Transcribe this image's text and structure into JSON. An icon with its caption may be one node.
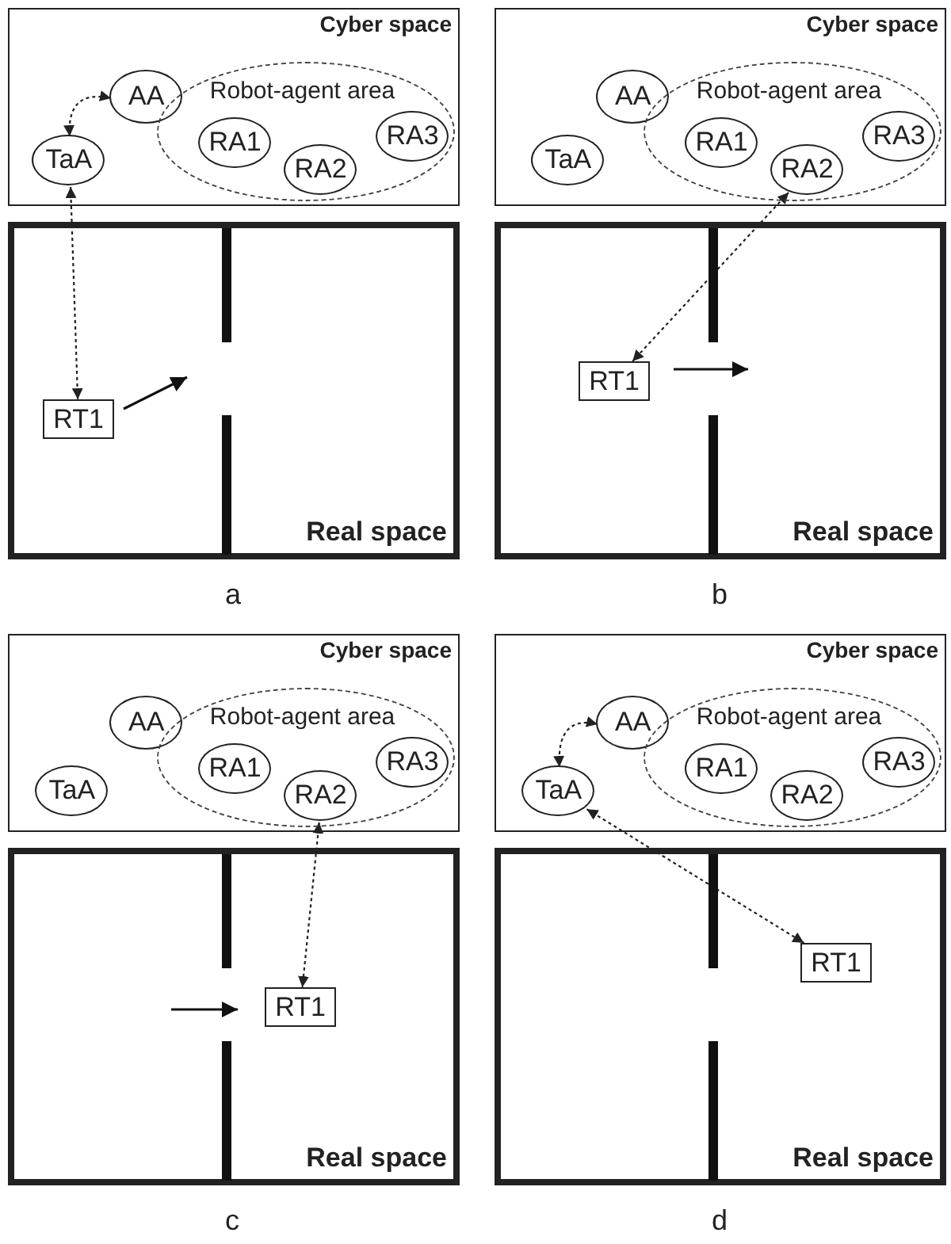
{
  "diagram": {
    "nodes": [
      {
        "text": [
          "Cyber space"
        ]
      },
      {
        "text": [
          "TaA"
        ],
        "in": 0
      },
      {
        "text": [
          "AA"
        ],
        "in": 0
      },
      {
        "text": [
          "Robot-agent area"
        ],
        "in": 0
      },
      {
        "text": [
          "RA1"
        ],
        "in": 3
      },
      {
        "text": [
          "RA2"
        ],
        "in": 3
      },
      {
        "text": [
          "RA3"
        ],
        "in": 3
      },
      {
        "text": [
          "Real space"
        ]
      },
      {
        "text": [
          "RT1"
        ],
        "in": 7
      },
      {
        "text": [
          "Cyber space"
        ]
      },
      {
        "text": [
          "TaA"
        ],
        "in": 9
      },
      {
        "text": [
          "AA"
        ],
        "in": 9
      },
      {
        "text": [
          "Robot-agent area"
        ],
        "in": 9
      },
      {
        "text": [
          "RA1"
        ],
        "in": 12
      },
      {
        "text": [
          "RA2"
        ],
        "in": 12
      },
      {
        "text": [
          "RA3"
        ],
        "in": 12
      },
      {
        "text": [
          "Real space"
        ]
      },
      {
        "text": [
          "RT1"
        ],
        "in": 16
      },
      {
        "text": [
          "Cyber space"
        ]
      },
      {
        "text": [
          "TaA"
        ],
        "in": 18
      },
      {
        "text": [
          "AA"
        ],
        "in": 18
      },
      {
        "text": [
          "Robot-agent area"
        ],
        "in": 18
      },
      {
        "text": [
          "RA1"
        ],
        "in": 21
      },
      {
        "text": [
          "RA2"
        ],
        "in": 21
      },
      {
        "text": [
          "RA3"
        ],
        "in": 21
      },
      {
        "text": [
          "Real space"
        ]
      },
      {
        "text": [
          "RT1"
        ],
        "in": 25
      },
      {
        "text": [
          "Cyber space"
        ]
      },
      {
        "text": [
          "TaA"
        ],
        "in": 27
      },
      {
        "text": [
          "AA"
        ],
        "in": 27
      },
      {
        "text": [
          "Robot-agent area"
        ],
        "in": 27
      },
      {
        "text": [
          "RA1"
        ],
        "in": 30
      },
      {
        "text": [
          "RA2"
        ],
        "in": 30
      },
      {
        "text": [
          "RA3"
        ],
        "in": 30
      },
      {
        "text": [
          "Real space"
        ]
      },
      {
        "text": [
          "RT1"
        ],
        "in": 34
      }
    ],
    "edges": [
      {
        "from": 1,
        "to": 2,
        "arrow": "both",
        "style": "dashed"
      },
      {
        "from": 1,
        "to": 8,
        "arrow": "both",
        "style": "dashed"
      },
      {
        "from": 14,
        "to": 17,
        "arrow": "both",
        "style": "dashed"
      },
      {
        "from": 23,
        "to": 26,
        "arrow": "both",
        "style": "dashed"
      },
      {
        "from": 28,
        "to": 29,
        "arrow": "both",
        "style": "dashed"
      },
      {
        "from": 28,
        "to": 35,
        "arrow": "both",
        "style": "dashed"
      }
    ],
    "labels": [
      "a",
      "b",
      "c",
      "d"
    ]
  }
}
